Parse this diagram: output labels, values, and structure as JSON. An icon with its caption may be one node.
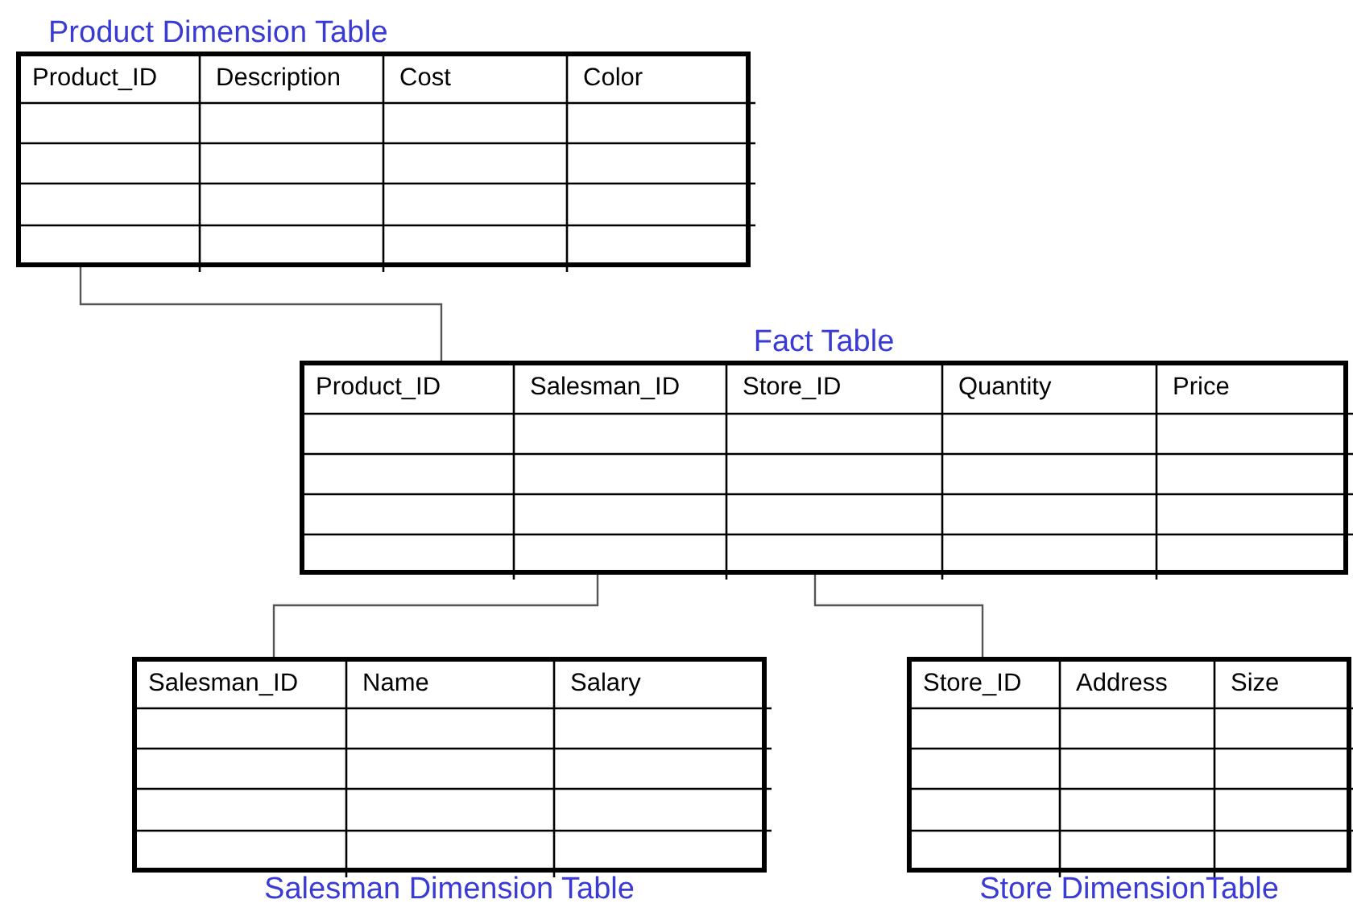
{
  "diagram": {
    "nodes": [
      {
        "text": [
          "Product Dimension Table",
          "Product_ID",
          "Description",
          "Cost",
          "Color"
        ]
      },
      {
        "text": [
          "Fact Table",
          "Product_ID",
          "Salesman_ID",
          "Store_ID",
          "Quantity",
          "Price"
        ]
      },
      {
        "text": [
          "Salesman Dimension Table",
          "Salesman_ID",
          "Name",
          "Salary"
        ]
      },
      {
        "text": [
          "Store DimensionTable",
          "Store_ID",
          "Address",
          "Size"
        ]
      }
    ],
    "edges": [
      {
        "from": 0,
        "to": 1,
        "arrow": "none"
      },
      {
        "from": 1,
        "to": 2,
        "arrow": "none"
      },
      {
        "from": 1,
        "to": 3,
        "arrow": "none"
      }
    ]
  }
}
